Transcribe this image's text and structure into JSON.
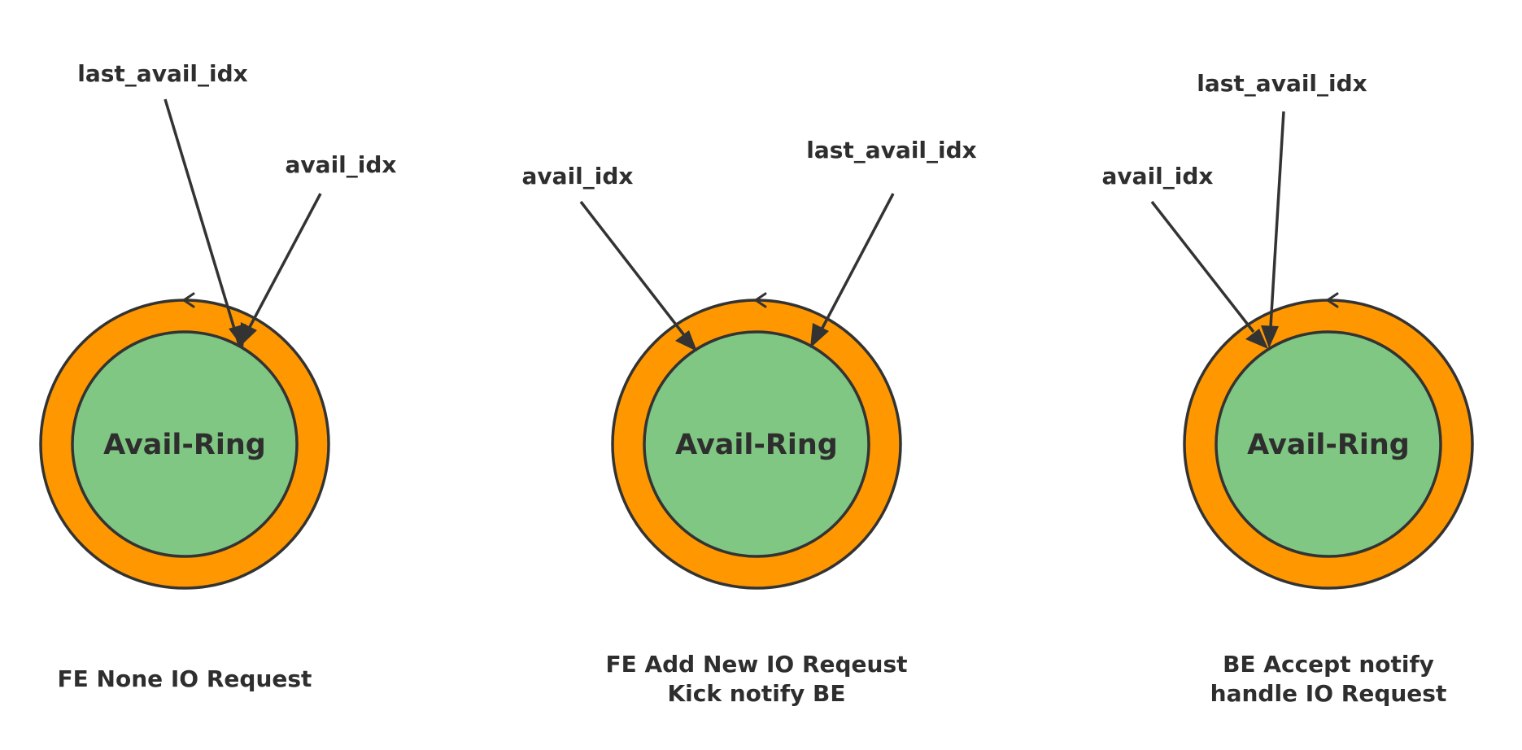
{
  "colors": {
    "ring": "#FF9800",
    "inner": "#80C783",
    "stroke": "#333333",
    "text": "#2E2E2E"
  },
  "diagrams": [
    {
      "ring_label": "Avail-Ring",
      "pointers": [
        {
          "label": "last_avail_idx"
        },
        {
          "label": "avail_idx"
        }
      ],
      "caption": [
        "FE None IO Request"
      ]
    },
    {
      "ring_label": "Avail-Ring",
      "pointers": [
        {
          "label": "avail_idx"
        },
        {
          "label": "last_avail_idx"
        }
      ],
      "caption": [
        "FE Add New IO Reqeust",
        "Kick notify BE"
      ]
    },
    {
      "ring_label": "Avail-Ring",
      "pointers": [
        {
          "label": "last_avail_idx"
        },
        {
          "label": "avail_idx"
        }
      ],
      "caption": [
        "BE Accept notify",
        "handle IO Request"
      ]
    }
  ]
}
